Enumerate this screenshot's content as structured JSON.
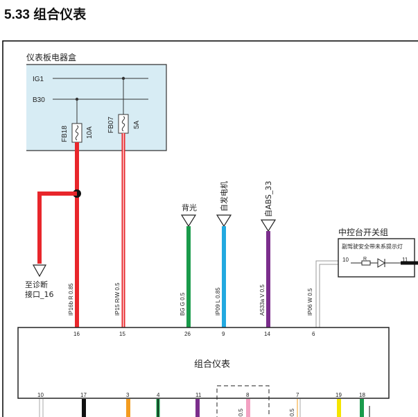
{
  "title": "5.33 组合仪表",
  "fuse_box": {
    "label": "仪表板电器盒",
    "rail_ig1": "IG1",
    "rail_b30": "B30",
    "fuses": [
      {
        "id": "FB18",
        "rating": "10A"
      },
      {
        "id": "FB07",
        "rating": "5A"
      }
    ]
  },
  "connectors": [
    {
      "label": "至诊断接口_16"
    },
    {
      "label": "背光"
    },
    {
      "label": "自发电机"
    },
    {
      "label": "自ABS_33"
    }
  ],
  "switch_group": {
    "label": "中控台开关组",
    "sublabel": "副驾驶安全带未系提示灯",
    "pin_left": "10",
    "pin_right": "11",
    "resistor": "R"
  },
  "wires": [
    {
      "code": "IP16b",
      "color": "R",
      "size": "0.85",
      "pin": "16"
    },
    {
      "code": "IP15",
      "color": "R/W",
      "size": "0.5",
      "pin": "15"
    },
    {
      "code": "BG",
      "color": "G",
      "size": "0.5",
      "pin": "26"
    },
    {
      "code": "IP09",
      "color": "L",
      "size": "0.85",
      "pin": "9"
    },
    {
      "code": "AS33a",
      "color": "V",
      "size": "0.5",
      "pin": "14"
    },
    {
      "code": "IP06",
      "color": "W",
      "size": "0.5",
      "pin": "6"
    }
  ],
  "cluster": {
    "label": "组合仪表",
    "bottom_pins": [
      "10",
      "17",
      "3",
      "4",
      "11",
      "8",
      "7",
      "19",
      "18"
    ]
  },
  "partial_labels": [
    "0.5",
    "0.5"
  ],
  "colors": {
    "fuse_box_fill": "#d7ecf4",
    "red": "#e8262b",
    "green": "#1a9b4b",
    "blue": "#22a9e0",
    "violet": "#7b2e8c",
    "orange": "#f39c1f",
    "pink": "#f3a1c2",
    "yellow": "#f5e500",
    "black": "#111111"
  }
}
